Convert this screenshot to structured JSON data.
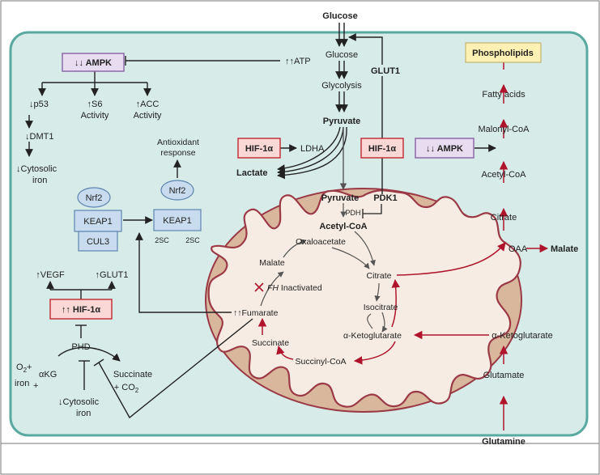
{
  "colors": {
    "cell_fill": "#d7ece8",
    "cell_border": "#5aa9a0",
    "mito_outer": "#d9b79d",
    "mito_inner": "#f6ece3",
    "mito_membrane": "#9b3a46",
    "red_arrow": "#b0142c",
    "ampk_fill": "#e7dcf0",
    "ampk_border": "#8f6aa8",
    "hif_fill": "#f9d8d6",
    "hif_border": "#c4343a",
    "phospho_fill": "#fff1b3",
    "keap_fill": "#c9dcef",
    "keap_border": "#5d84b0"
  },
  "labels": {
    "glucose_top": "Glucose",
    "glucose": "Glucose",
    "glycolysis": "Glycolysis",
    "pyruvate": "Pyruvate",
    "glut1": "GLUT1",
    "atp": "↑↑ATP",
    "ampk_top": "↓↓ AMPK",
    "p53": "↓p53",
    "s6_1": "↑S6",
    "s6_2": "Activity",
    "acc_1": "↑ACC",
    "acc_2": "Activity",
    "dmt1": "↓DMT1",
    "cyto_iron1_1": "↓Cytosolic",
    "cyto_iron1_2": "iron",
    "antiox_1": "Antioxidant",
    "antiox_2": "response",
    "nrf2_left": "Nrf2",
    "nrf2_right": "Nrf2",
    "keap1_left": "KEAP1",
    "keap1_right": "KEAP1",
    "cul3": "CUL3",
    "twosc_left": "2SC",
    "twosc_right": "2SC",
    "hif_ldha": "HIF-1α",
    "ldha": "LDHA",
    "lactate": "Lactate",
    "hif_pdk": "HIF-1α",
    "ampk_right": "↓↓ AMPK",
    "phospholipids": "Phospholipids",
    "fatty_acids": "Fatty acids",
    "malonyl_coa": "Malonyl-CoA",
    "acetyl_coa_cyto": "Acetyl-CoA",
    "citrate_cyto": "Citrate",
    "oaa": "OAA",
    "malate_cyto": "Malate",
    "akg_cyto": "α-Ketoglutarate",
    "glutamate": "Glutamate",
    "glutamine": "Glutamine",
    "pyruvate_mito": "Pyruvate",
    "pdk1": "PDK1",
    "pdh": "PDH",
    "acetyl_coa_mito": "Acetyl-CoA",
    "oxaloacetate": "Oxaloacetate",
    "malate_mito": "Malate",
    "citrate_mito": "Citrate",
    "fh_italic": "FH",
    "fh_rest": " Inactivated",
    "isocitrate": "Isocitrate",
    "akg_mito": "α-Ketoglutarate",
    "fumarate": "↑↑Fumarate",
    "succinate_mito": "Succinate",
    "succinyl_coa": "Succinyl-CoA",
    "vegf": "↑VEGF",
    "glut1_up": "↑GLUT1",
    "hif_big": "↑↑ HIF-1α",
    "phd": "PHD",
    "o2": "O",
    "o2_sub": "2",
    "plus1": "+",
    "iron": "iron",
    "akg_small": "αKG",
    "plus2": "+",
    "succinate_prod": "Succinate",
    "co2": "+ CO",
    "co2_sub": "2",
    "cyto_iron2_1": "↓Cytosolic",
    "cyto_iron2_2": "iron"
  }
}
